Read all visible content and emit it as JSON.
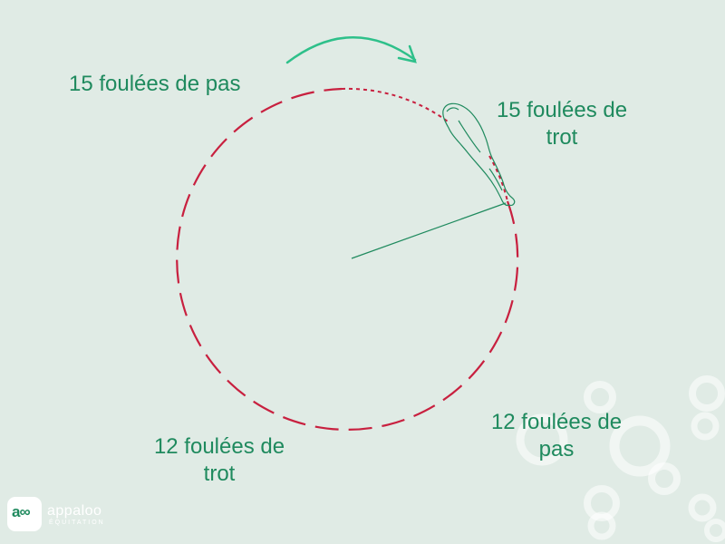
{
  "labels": {
    "top_left": "15 foulées de pas",
    "top_right": [
      "15 foulées de",
      "trot"
    ],
    "bottom_left": [
      "12 foulées de",
      "trot"
    ],
    "bottom_right": [
      "12 foulées de",
      "pas"
    ]
  },
  "brand": {
    "logo_mark": "a∞",
    "name": "appaloo",
    "subtitle": "ÉQUITATION"
  },
  "colors": {
    "background": "#e0ebe5",
    "label_text": "#1f8a5e",
    "circle": "#c8203f",
    "arrow": "#2ec08a",
    "radius_line": "#1f8a5e",
    "horse_outline": "#1f8a5e",
    "watermark": "#ffffff"
  },
  "icons": {
    "direction": "curved-arrow-clockwise",
    "rider": "horse-top-view-icon",
    "watermark": "linked-rings-watermark"
  }
}
